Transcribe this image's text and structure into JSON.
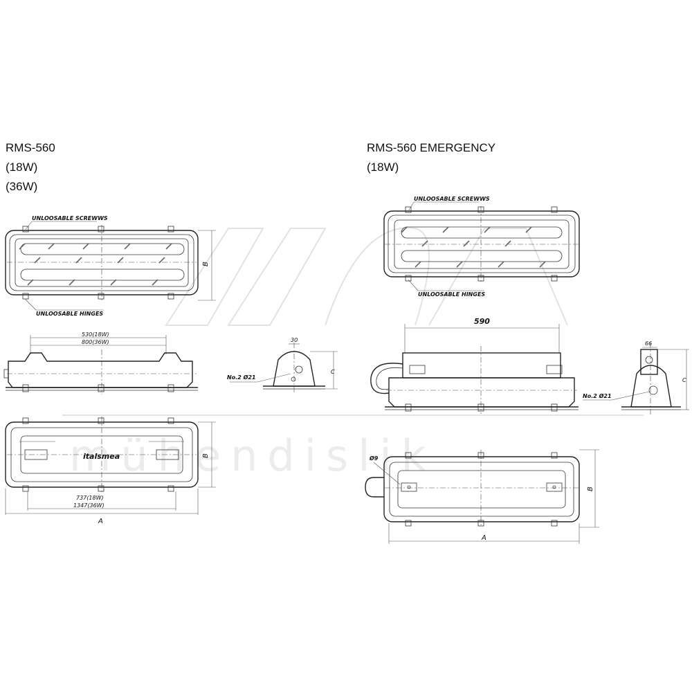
{
  "left": {
    "title": "RMS-560",
    "subtitle_1": "(18W)",
    "subtitle_2": "(36W)",
    "label_screws": "UNLOOSABLE SCREWWS",
    "label_hinges": "UNLOOSABLE HINGES",
    "dim_b_top": "B",
    "dim_530": "530(18W)",
    "dim_800": "800(36W)",
    "dim_30": "30",
    "dim_c": "C",
    "label_holes": "No.2 Ø21",
    "logo_text": "italsmea",
    "dim_b_bottom": "B",
    "dim_737": "737(18W)",
    "dim_1347": "1347(36W)",
    "dim_a": "A"
  },
  "right": {
    "title": "RMS-560 EMERGENCY",
    "subtitle_1": "(18W)",
    "label_screws": "UNLOOSABLE SCREWWS",
    "label_hinges": "UNLOOSABLE HINGES",
    "dim_590": "590",
    "dim_66": "66",
    "dim_c": "C",
    "label_holes": "No.2 Ø21",
    "dim_9": "Ø9",
    "dim_b": "B",
    "dim_a": "A"
  },
  "watermark": "mühendislik"
}
